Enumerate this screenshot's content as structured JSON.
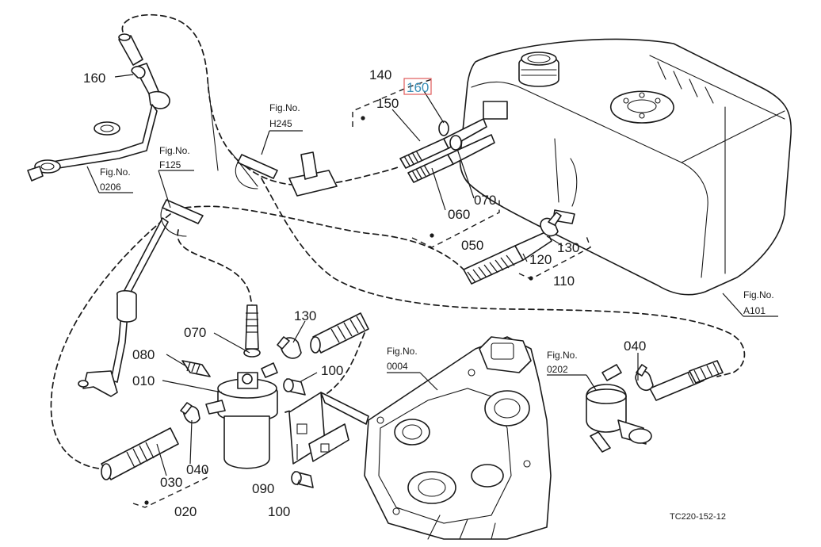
{
  "labels": {
    "p160_top": "160",
    "p160_highlight": "160",
    "p140": "140",
    "p150": "150",
    "p070_top": "070",
    "p060": "060",
    "p050": "050",
    "p130_right": "130",
    "p120": "120",
    "p110": "110",
    "p070_mid": "070",
    "p130_mid": "130",
    "p080": "080",
    "p010": "010",
    "p100_right": "100",
    "p040_right": "040",
    "p030": "030",
    "p040_left": "040",
    "p020": "020",
    "p090": "090",
    "p100_bottom": "100"
  },
  "fig_refs": {
    "h245": {
      "title": "Fig.No.",
      "code": "H245"
    },
    "f125": {
      "title": "Fig.No.",
      "code": "F125"
    },
    "f0206": {
      "title": "Fig.No.",
      "code": "0206"
    },
    "a101": {
      "title": "Fig.No.",
      "code": "A101"
    },
    "f0004": {
      "title": "Fig.No.",
      "code": "0004"
    },
    "f0202": {
      "title": "Fig.No.",
      "code": "0202"
    }
  },
  "drawing_code": "TC220-152-12",
  "colors": {
    "line": "#1a1a1a",
    "highlight_text": "#3a8fb7",
    "highlight_box": "#e05a5a"
  }
}
